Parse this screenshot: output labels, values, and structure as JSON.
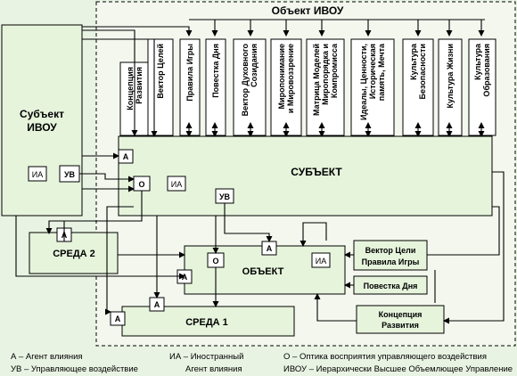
{
  "title": "Объект ИВОУ",
  "subject_ivou": [
    "Субъект",
    "ИВОУ"
  ],
  "subject": "СУБЪЕКТ",
  "object": "ОБЪЕКТ",
  "env1": "СРЕДА 1",
  "env2": "СРЕДА 2",
  "mini": {
    "a": "А",
    "uv": "УВ",
    "o": "О",
    "ia": "ИА"
  },
  "columns": [
    [
      "Концепция",
      "Развития"
    ],
    [
      "Вектор Целей"
    ],
    [
      "Правила Игры"
    ],
    [
      "Повестка Дня"
    ],
    [
      "Вектор Духовного",
      "Созидания"
    ],
    [
      "Миропонимание",
      "и Мировоззрение"
    ],
    [
      "Матрица Моделей",
      "Миропорядка и",
      "Компромисса"
    ],
    [
      "Идеалы, Ценности,",
      "Историческая",
      "память, Мечта"
    ],
    [
      "Культура",
      "Безопасности"
    ],
    [
      "Культура Жизни"
    ],
    [
      "Культура",
      "Образования"
    ]
  ],
  "right_boxes": {
    "vector": [
      "Вектор Цели",
      "Правила Игры"
    ],
    "agenda": "Повестка Дня",
    "concept": [
      "Концепция",
      "Развития"
    ]
  },
  "legend": {
    "a": "А – Агент влияния",
    "uv": "УВ – Управляющее воздействие",
    "ia1": "ИА – Иностранный",
    "ia2": "Агент влияния",
    "o": "О – Оптика восприятия управляющего воздействия",
    "ivou": "ИВОУ – Иерархически Высшее Объемлющее Управление"
  }
}
